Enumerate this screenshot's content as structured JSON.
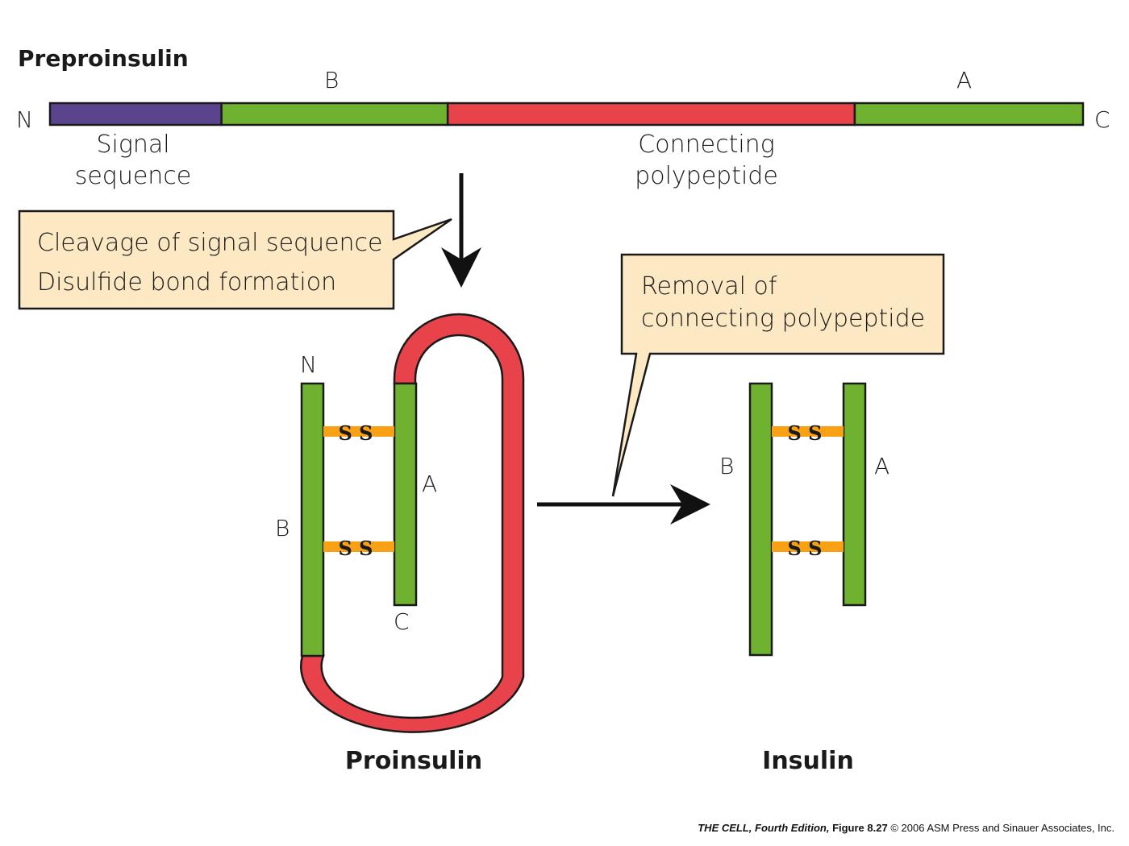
{
  "title": "Preproinsulin",
  "colors": {
    "signal": "#5a448e",
    "chain": "#6fb22f",
    "connecting": "#e8424a",
    "disulfide": "#f8a114",
    "callout_fill": "#fce8c2",
    "outline": "#1a1a1a"
  },
  "preproinsulin": {
    "n_terminus": "N",
    "c_terminus": "C",
    "segments": [
      {
        "name": "signal",
        "label": "",
        "fraction": 0.166
      },
      {
        "name": "b-chain",
        "label": "B",
        "fraction": 0.219
      },
      {
        "name": "connecting",
        "label": "",
        "fraction": 0.394
      },
      {
        "name": "a-chain",
        "label": "A",
        "fraction": 0.221
      }
    ],
    "signal_label_line1": "Signal",
    "signal_label_line2": "sequence",
    "connecting_label_line1": "Connecting",
    "connecting_label_line2": "polypeptide"
  },
  "callout1": {
    "line1": "Cleavage of signal sequence",
    "line2": "Disulfide bond formation"
  },
  "callout2": {
    "line1": "Removal of",
    "line2": "connecting polypeptide"
  },
  "proinsulin": {
    "name": "Proinsulin",
    "n_label": "N",
    "c_label": "C",
    "b_label": "B",
    "a_label": "A",
    "bond1": "S S",
    "bond2": "S S"
  },
  "insulin": {
    "name": "Insulin",
    "b_label": "B",
    "a_label": "A",
    "bond1": "S S",
    "bond2": "S S"
  },
  "footer": {
    "book": "THE CELL, Fourth Edition,",
    "figure": "Figure 8.27",
    "copyright": "© 2006 ASM Press and Sinauer Associates, Inc."
  }
}
